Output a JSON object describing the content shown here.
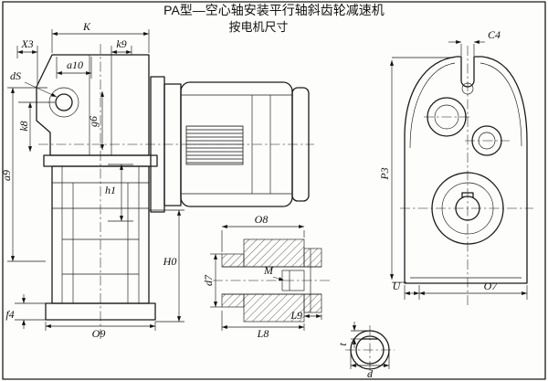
{
  "title": "PA型—空心轴安装平行轴斜齿轮减速机",
  "subtitle": "按电机尺寸",
  "labels": {
    "K": "K",
    "X3": "X3",
    "k9": "k9",
    "a10": "a10",
    "dS": "dS",
    "k8": "k8",
    "g6": "g6",
    "a9": "a9",
    "h1": "h1",
    "H0": "H0",
    "f4": "f4",
    "O9": "O9",
    "O8": "O8",
    "d7": "d7",
    "M": "M",
    "L8": "L8",
    "L9": "L9",
    "C4": "C4",
    "P3": "P3",
    "U": "U",
    "O7": "O7",
    "t": "t",
    "d": "d"
  }
}
